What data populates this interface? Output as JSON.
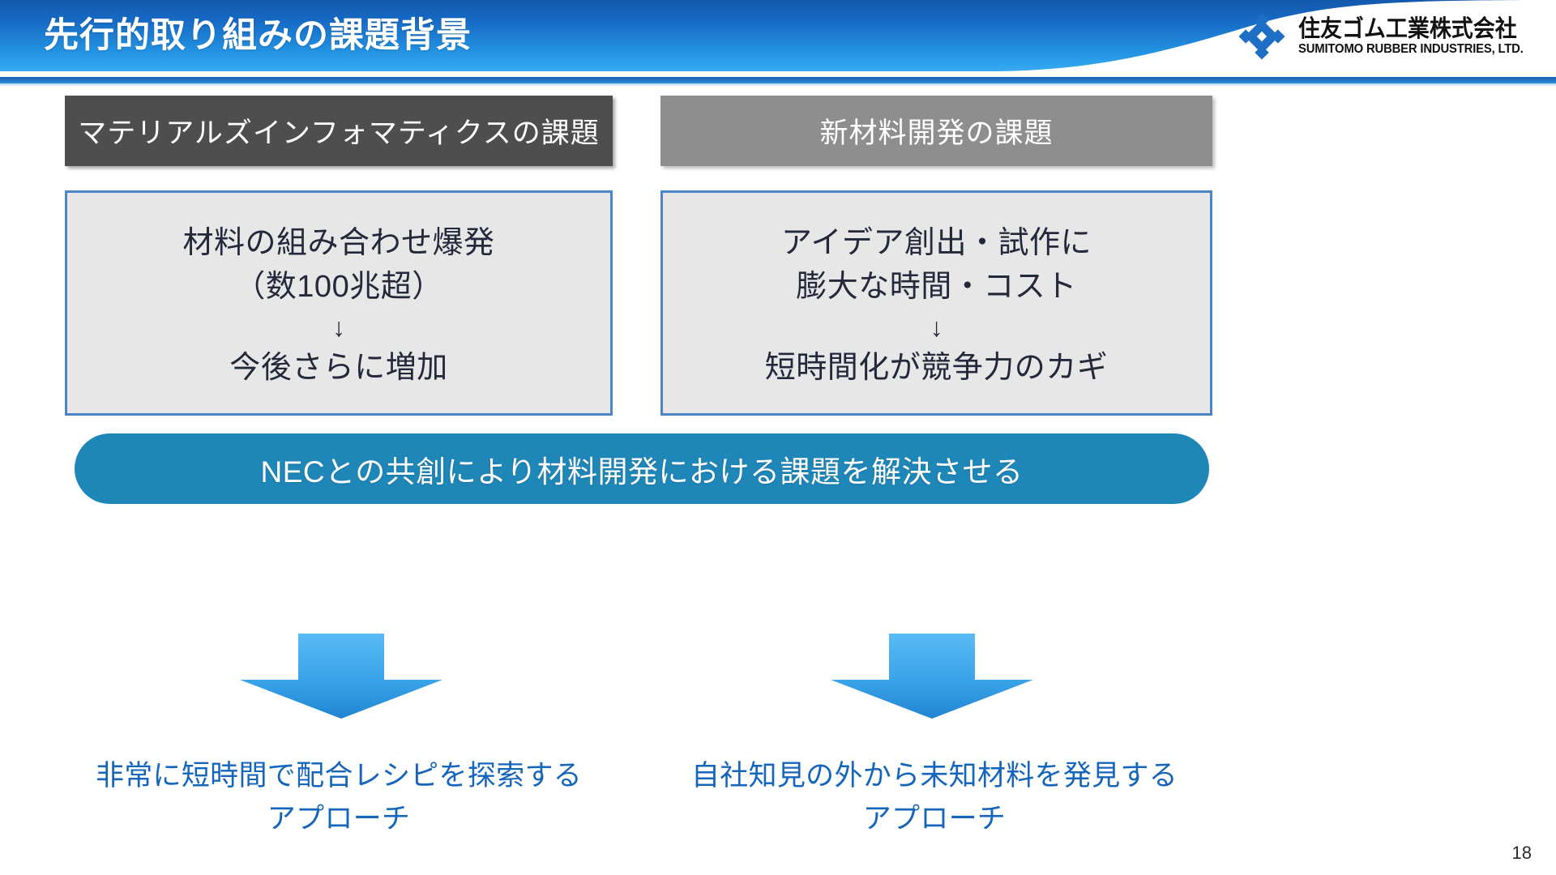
{
  "header": {
    "title": "先行的取り組みの課題背景",
    "logo": {
      "mark_icon": "sumitomo-diamond-icon",
      "company_jp": "住友ゴム工業株式会社",
      "company_en": "SUMITOMO RUBBER INDUSTRIES, LTD."
    },
    "band_color_top": "#1259ad",
    "band_color_bottom": "#36aaf2",
    "rule_color": "#1f6fc0"
  },
  "columns": [
    {
      "heading": "マテリアルズインフォマティクスの課題",
      "heading_bg": "#4e4e4e",
      "box_bg": "#e7e7e7",
      "box_border": "#4a86c8",
      "body_lines": [
        "材料の組み合わせ爆発",
        "（数100兆超）"
      ],
      "down_glyph": "↓",
      "body_result": "今後さらに増加",
      "arrow_icon": "down-arrow-icon",
      "caption_line1": "非常に短時間で配合レシピを探索する",
      "caption_line2": "アプローチ"
    },
    {
      "heading": "新材料開発の課題",
      "heading_bg": "#8e8e8e",
      "box_bg": "#e7e7e7",
      "box_border": "#4a86c8",
      "body_lines": [
        "アイデア創出・試作に",
        "膨大な時間・コスト"
      ],
      "down_glyph": "↓",
      "body_result": "短時間化が競争力のカギ",
      "arrow_icon": "down-arrow-icon",
      "caption_line1": "自社知見の外から未知材料を発見する",
      "caption_line2": "アプローチ"
    }
  ],
  "banner": {
    "text": "NECとの共創により材料開発における課題を解決させる",
    "bg_color": "#1f86b8",
    "text_color": "#ffffff"
  },
  "arrow": {
    "gradient_top": "#53b8f5",
    "gradient_bottom": "#2287d4"
  },
  "footer": {
    "page_number": "18"
  },
  "accent_colors": {
    "caption_blue": "#1566bb",
    "body_text": "#23293a"
  }
}
